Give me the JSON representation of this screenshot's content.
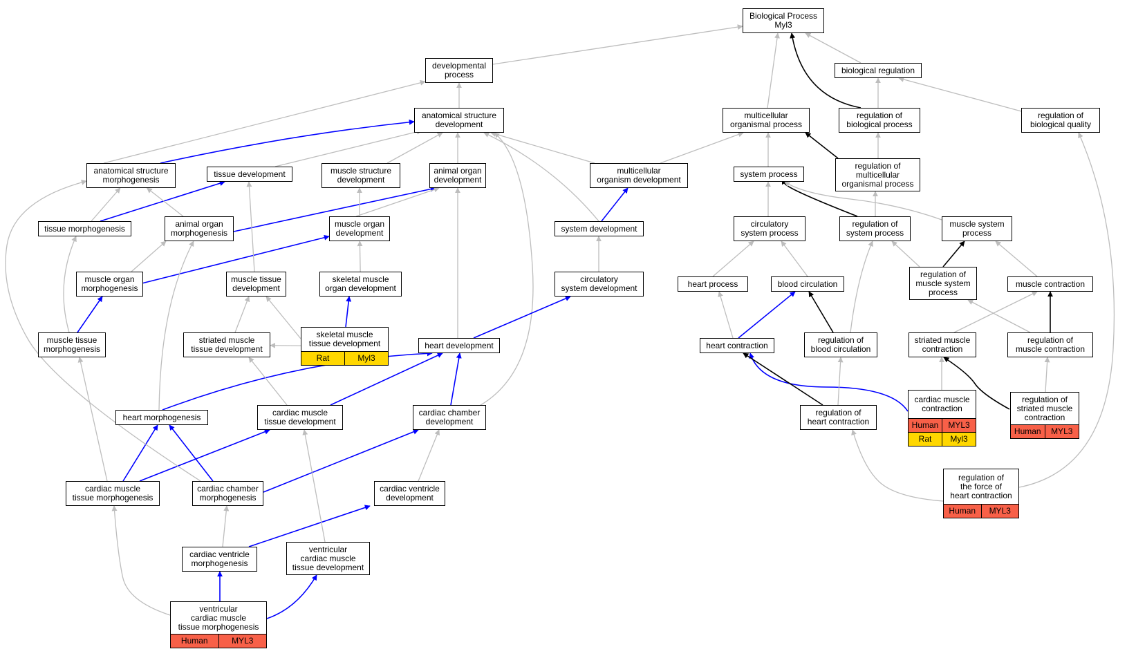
{
  "nodes": {
    "bp": {
      "lines": [
        "Biological Process",
        "Myl3"
      ]
    },
    "dev_proc": {
      "lines": [
        "developmental",
        "process"
      ]
    },
    "bio_reg": {
      "lines": [
        "biological regulation"
      ]
    },
    "asd": {
      "lines": [
        "anatomical structure",
        "development"
      ]
    },
    "mop": {
      "lines": [
        "multicellular",
        "organismal process"
      ]
    },
    "rbp": {
      "lines": [
        "regulation of",
        "biological process"
      ]
    },
    "rbq": {
      "lines": [
        "regulation of",
        "biological quality"
      ]
    },
    "asm": {
      "lines": [
        "anatomical structure",
        "morphogenesis"
      ]
    },
    "td": {
      "lines": [
        "tissue development"
      ]
    },
    "msd": {
      "lines": [
        "muscle structure",
        "development"
      ]
    },
    "aod": {
      "lines": [
        "animal organ",
        "development"
      ]
    },
    "mod": {
      "lines": [
        "multicellular",
        "organism development"
      ]
    },
    "sp": {
      "lines": [
        "system process"
      ]
    },
    "rmop": {
      "lines": [
        "regulation of",
        "multicellular",
        "organismal process"
      ]
    },
    "tm": {
      "lines": [
        "tissue morphogenesis"
      ]
    },
    "aom": {
      "lines": [
        "animal organ",
        "morphogenesis"
      ]
    },
    "muod": {
      "lines": [
        "muscle organ",
        "development"
      ]
    },
    "sd": {
      "lines": [
        "system development"
      ]
    },
    "csp": {
      "lines": [
        "circulatory",
        "system process"
      ]
    },
    "rsp": {
      "lines": [
        "regulation of",
        "system process"
      ]
    },
    "msp": {
      "lines": [
        "muscle system",
        "process"
      ]
    },
    "muom": {
      "lines": [
        "muscle organ",
        "morphogenesis"
      ]
    },
    "mtd": {
      "lines": [
        "muscle tissue",
        "development"
      ]
    },
    "smod": {
      "lines": [
        "skeletal muscle",
        "organ development"
      ]
    },
    "csd": {
      "lines": [
        "circulatory",
        "system development"
      ]
    },
    "hp": {
      "lines": [
        "heart process"
      ]
    },
    "bc": {
      "lines": [
        "blood circulation"
      ]
    },
    "rmsp": {
      "lines": [
        "regulation of",
        "muscle system",
        "process"
      ]
    },
    "mc": {
      "lines": [
        "muscle contraction"
      ]
    },
    "mtm": {
      "lines": [
        "muscle tissue",
        "morphogenesis"
      ]
    },
    "stmtd": {
      "lines": [
        "striated muscle",
        "tissue development"
      ]
    },
    "skmtd": {
      "lines": [
        "skeletal muscle",
        "tissue development"
      ],
      "annotations": [
        [
          "Rat",
          "Myl3"
        ]
      ]
    },
    "hd": {
      "lines": [
        "heart development"
      ]
    },
    "hc": {
      "lines": [
        "heart contraction"
      ]
    },
    "rbc": {
      "lines": [
        "regulation of",
        "blood circulation"
      ]
    },
    "smc": {
      "lines": [
        "striated muscle",
        "contraction"
      ]
    },
    "rmc": {
      "lines": [
        "regulation of",
        "muscle contraction"
      ]
    },
    "hm": {
      "lines": [
        "heart morphogenesis"
      ]
    },
    "cmtd": {
      "lines": [
        "cardiac muscle",
        "tissue development"
      ]
    },
    "ccd": {
      "lines": [
        "cardiac chamber",
        "development"
      ]
    },
    "cmc": {
      "lines": [
        "cardiac muscle",
        "contraction"
      ],
      "annotations": [
        [
          "Human",
          "MYL3"
        ],
        [
          "Rat",
          "Myl3"
        ]
      ]
    },
    "rhc": {
      "lines": [
        "regulation of",
        "heart contraction"
      ]
    },
    "rsmc": {
      "lines": [
        "regulation of",
        "striated muscle",
        "contraction"
      ],
      "annotations": [
        [
          "Human",
          "MYL3"
        ]
      ]
    },
    "cmtm": {
      "lines": [
        "cardiac muscle",
        "tissue morphogenesis"
      ]
    },
    "ccm": {
      "lines": [
        "cardiac chamber",
        "morphogenesis"
      ]
    },
    "cvd": {
      "lines": [
        "cardiac ventricle",
        "development"
      ]
    },
    "rfhc": {
      "lines": [
        "regulation of",
        "the force of",
        "heart contraction"
      ],
      "annotations": [
        [
          "Human",
          "MYL3"
        ]
      ]
    },
    "cvm": {
      "lines": [
        "cardiac ventricle",
        "morphogenesis"
      ]
    },
    "vcmtd": {
      "lines": [
        "ventricular",
        "cardiac muscle",
        "tissue development"
      ]
    },
    "vcmtm": {
      "lines": [
        "ventricular",
        "cardiac muscle",
        "tissue morphogenesis"
      ],
      "annotations": [
        [
          "Human",
          "MYL3"
        ]
      ]
    }
  },
  "edges": [
    {
      "from": "dev_proc",
      "to": "bp",
      "type": "is_a"
    },
    {
      "from": "mop",
      "to": "bp",
      "type": "is_a"
    },
    {
      "from": "rbp",
      "to": "bp",
      "type": "regulates"
    },
    {
      "from": "bio_reg",
      "to": "bp",
      "type": "is_a"
    },
    {
      "from": "rbp",
      "to": "bio_reg",
      "type": "is_a"
    },
    {
      "from": "rbq",
      "to": "bio_reg",
      "type": "is_a"
    },
    {
      "from": "rmop",
      "to": "rbp",
      "type": "is_a"
    },
    {
      "from": "rmop",
      "to": "mop",
      "type": "regulates"
    },
    {
      "from": "asd",
      "to": "dev_proc",
      "type": "is_a"
    },
    {
      "from": "asm",
      "to": "asd",
      "type": "part_of"
    },
    {
      "from": "asm",
      "to": "dev_proc",
      "type": "is_a"
    },
    {
      "from": "td",
      "to": "asd",
      "type": "is_a"
    },
    {
      "from": "msd",
      "to": "asd",
      "type": "is_a"
    },
    {
      "from": "aod",
      "to": "asd",
      "type": "is_a"
    },
    {
      "from": "mod",
      "to": "asd",
      "type": "is_a"
    },
    {
      "from": "sd",
      "to": "asd",
      "type": "is_a"
    },
    {
      "from": "cvd",
      "to": "asd",
      "type": "is_a"
    },
    {
      "from": "mod",
      "to": "mop",
      "type": "is_a"
    },
    {
      "from": "sp",
      "to": "mop",
      "type": "is_a"
    },
    {
      "from": "rsp",
      "to": "sp",
      "type": "regulates"
    },
    {
      "from": "rsp",
      "to": "rmop",
      "type": "is_a"
    },
    {
      "from": "msp",
      "to": "sp",
      "type": "is_a"
    },
    {
      "from": "csp",
      "to": "sp",
      "type": "is_a"
    },
    {
      "from": "tm",
      "to": "asm",
      "type": "is_a"
    },
    {
      "from": "tm",
      "to": "td",
      "type": "part_of"
    },
    {
      "from": "aom",
      "to": "asm",
      "type": "is_a"
    },
    {
      "from": "aom",
      "to": "aod",
      "type": "part_of"
    },
    {
      "from": "muod",
      "to": "msd",
      "type": "is_a"
    },
    {
      "from": "muod",
      "to": "aod",
      "type": "is_a"
    },
    {
      "from": "sd",
      "to": "mod",
      "type": "part_of"
    },
    {
      "from": "muom",
      "to": "aom",
      "type": "is_a"
    },
    {
      "from": "muom",
      "to": "muod",
      "type": "part_of"
    },
    {
      "from": "mtd",
      "to": "td",
      "type": "is_a"
    },
    {
      "from": "smod",
      "to": "muod",
      "type": "is_a"
    },
    {
      "from": "csd",
      "to": "sd",
      "type": "is_a"
    },
    {
      "from": "hp",
      "to": "csp",
      "type": "is_a"
    },
    {
      "from": "bc",
      "to": "csp",
      "type": "is_a"
    },
    {
      "from": "rmsp",
      "to": "rsp",
      "type": "is_a"
    },
    {
      "from": "rmsp",
      "to": "msp",
      "type": "regulates"
    },
    {
      "from": "mc",
      "to": "msp",
      "type": "is_a"
    },
    {
      "from": "rbc",
      "to": "bc",
      "type": "regulates"
    },
    {
      "from": "rbc",
      "to": "rsp",
      "type": "is_a"
    },
    {
      "from": "hc",
      "to": "bc",
      "type": "part_of"
    },
    {
      "from": "hc",
      "to": "hp",
      "type": "is_a"
    },
    {
      "from": "mtm",
      "to": "tm",
      "type": "is_a"
    },
    {
      "from": "mtm",
      "to": "muom",
      "type": "part_of"
    },
    {
      "from": "stmtd",
      "to": "mtd",
      "type": "is_a"
    },
    {
      "from": "skmtd",
      "to": "mtd",
      "type": "is_a"
    },
    {
      "from": "skmtd",
      "to": "stmtd",
      "type": "is_a"
    },
    {
      "from": "skmtd",
      "to": "smod",
      "type": "part_of"
    },
    {
      "from": "hd",
      "to": "aod",
      "type": "is_a"
    },
    {
      "from": "hd",
      "to": "csd",
      "type": "part_of"
    },
    {
      "from": "smc",
      "to": "mc",
      "type": "is_a"
    },
    {
      "from": "rmc",
      "to": "mc",
      "type": "regulates"
    },
    {
      "from": "rmc",
      "to": "rmsp",
      "type": "is_a"
    },
    {
      "from": "hm",
      "to": "hd",
      "type": "part_of"
    },
    {
      "from": "hm",
      "to": "aom",
      "type": "is_a"
    },
    {
      "from": "cmtd",
      "to": "hd",
      "type": "part_of"
    },
    {
      "from": "cmtd",
      "to": "stmtd",
      "type": "is_a"
    },
    {
      "from": "ccd",
      "to": "hd",
      "type": "part_of"
    },
    {
      "from": "cmc",
      "to": "smc",
      "type": "is_a"
    },
    {
      "from": "cmc",
      "to": "hc",
      "type": "part_of"
    },
    {
      "from": "rhc",
      "to": "hc",
      "type": "regulates"
    },
    {
      "from": "rhc",
      "to": "rbc",
      "type": "is_a"
    },
    {
      "from": "rsmc",
      "to": "smc",
      "type": "regulates"
    },
    {
      "from": "rsmc",
      "to": "rmc",
      "type": "is_a"
    },
    {
      "from": "cmtm",
      "to": "hm",
      "type": "part_of"
    },
    {
      "from": "cmtm",
      "to": "cmtd",
      "type": "part_of"
    },
    {
      "from": "cmtm",
      "to": "mtm",
      "type": "is_a"
    },
    {
      "from": "ccm",
      "to": "hm",
      "type": "part_of"
    },
    {
      "from": "ccm",
      "to": "ccd",
      "type": "part_of"
    },
    {
      "from": "ccm",
      "to": "asm",
      "type": "is_a"
    },
    {
      "from": "cvd",
      "to": "ccd",
      "type": "is_a"
    },
    {
      "from": "rfhc",
      "to": "rhc",
      "type": "is_a"
    },
    {
      "from": "rfhc",
      "to": "rbq",
      "type": "is_a"
    },
    {
      "from": "cvm",
      "to": "ccm",
      "type": "is_a"
    },
    {
      "from": "cvm",
      "to": "cvd",
      "type": "part_of"
    },
    {
      "from": "vcmtd",
      "to": "cmtd",
      "type": "is_a"
    },
    {
      "from": "vcmtm",
      "to": "cvm",
      "type": "part_of"
    },
    {
      "from": "vcmtm",
      "to": "vcmtd",
      "type": "part_of"
    },
    {
      "from": "vcmtm",
      "to": "cmtm",
      "type": "is_a"
    }
  ],
  "colors": {
    "is_a": "#bdbdbd",
    "part_of": "#0000ff",
    "regulates": "#000000",
    "Human": "#f86048",
    "Rat": "#ffd700"
  }
}
